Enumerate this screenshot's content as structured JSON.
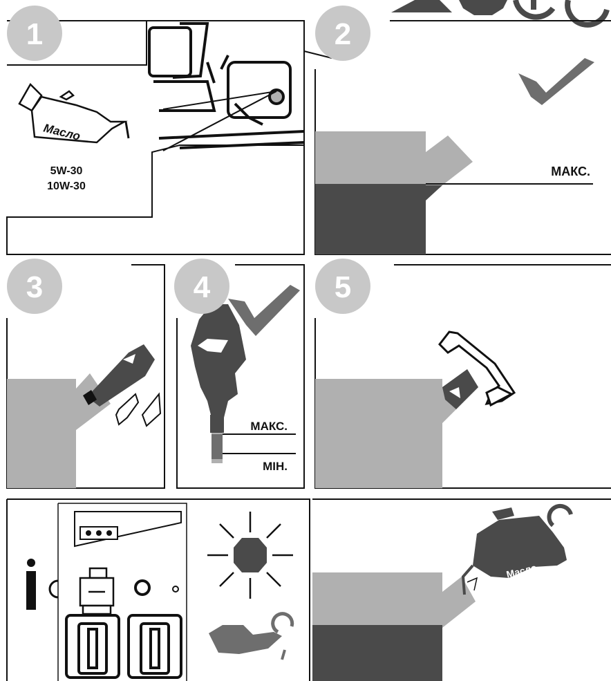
{
  "steps": [
    {
      "number": "1"
    },
    {
      "number": "2"
    },
    {
      "number": "3"
    },
    {
      "number": "4"
    },
    {
      "number": "5"
    }
  ],
  "labels": {
    "oil_can_label": "Масло",
    "oil_grade_1": "5W-30",
    "oil_grade_2": "10W-30",
    "max_panel2": "МАКС.",
    "max_panel4": "МАКС.",
    "min_panel4": "МІН.",
    "oil_can_label_bottom": "Масло",
    "info_symbol": "i"
  },
  "colors": {
    "dark_gray": "#4a4a4a",
    "mid_gray": "#6e6e6e",
    "light_gray": "#b0b0b0",
    "step_circle": "#c8c8c8",
    "line": "#111111"
  },
  "icons": [
    "warning-triangle-icon",
    "stop-octagon-icon",
    "info-circle-icon",
    "rotate-icon",
    "checkmark-icon",
    "sun-icon",
    "oil-warning-lamp-icon",
    "power-outlet-icon"
  ]
}
